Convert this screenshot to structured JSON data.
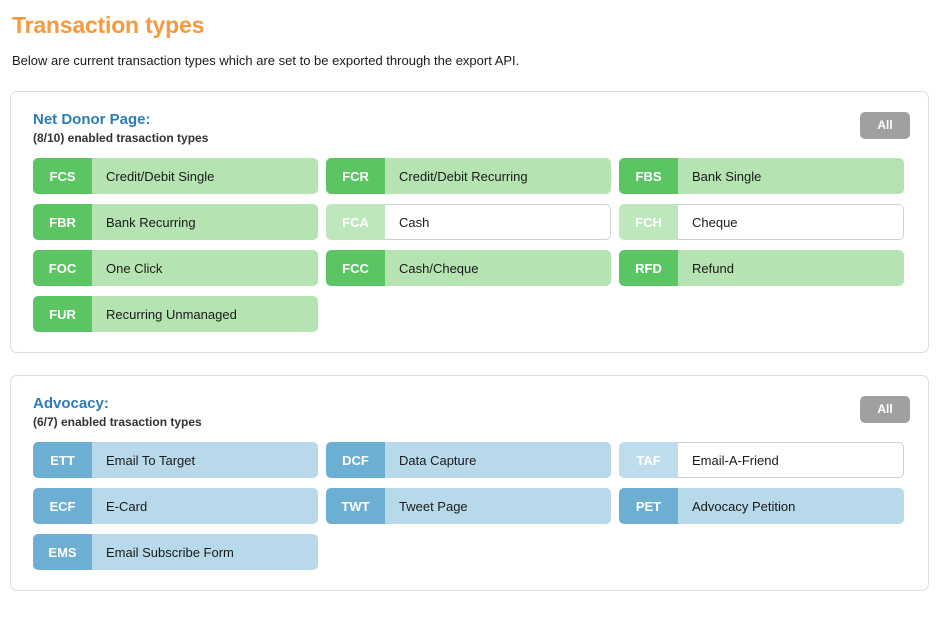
{
  "page": {
    "title": "Transaction types",
    "description": "Below are current transaction types which are set to be exported through the export API.",
    "title_color": "#f79a3c"
  },
  "sections": [
    {
      "id": "net-donor-page",
      "heading": "Net Donor Page:",
      "subheading": "(8/10) enabled trasaction types",
      "enabled_count": 8,
      "total_count": 10,
      "all_button_label": "All",
      "theme": "green",
      "accent_on": "#5cc563",
      "accent_on_body": "#b5e3b2",
      "accent_off": "#bfe7bd",
      "items": [
        {
          "code": "FCS",
          "label": "Credit/Debit Single",
          "enabled": true
        },
        {
          "code": "FCR",
          "label": "Credit/Debit Recurring",
          "enabled": true
        },
        {
          "code": "FBS",
          "label": "Bank Single",
          "enabled": true
        },
        {
          "code": "FBR",
          "label": "Bank Recurring",
          "enabled": true
        },
        {
          "code": "FCA",
          "label": "Cash",
          "enabled": false
        },
        {
          "code": "FCH",
          "label": "Cheque",
          "enabled": false
        },
        {
          "code": "FOC",
          "label": "One Click",
          "enabled": true
        },
        {
          "code": "FCC",
          "label": "Cash/Cheque",
          "enabled": true
        },
        {
          "code": "RFD",
          "label": "Refund",
          "enabled": true
        },
        {
          "code": "FUR",
          "label": "Recurring Unmanaged",
          "enabled": true
        }
      ]
    },
    {
      "id": "advocacy",
      "heading": "Advocacy:",
      "subheading": "(6/7) enabled trasaction types",
      "enabled_count": 6,
      "total_count": 7,
      "all_button_label": "All",
      "theme": "blue",
      "accent_on": "#6cafd2",
      "accent_on_body": "#b8d9ea",
      "accent_off": "#bedcec",
      "items": [
        {
          "code": "ETT",
          "label": "Email To Target",
          "enabled": true
        },
        {
          "code": "DCF",
          "label": "Data Capture",
          "enabled": true
        },
        {
          "code": "TAF",
          "label": "Email-A-Friend",
          "enabled": false
        },
        {
          "code": "ECF",
          "label": "E-Card",
          "enabled": true
        },
        {
          "code": "TWT",
          "label": "Tweet Page",
          "enabled": true
        },
        {
          "code": "PET",
          "label": "Advocacy Petition",
          "enabled": true
        },
        {
          "code": "EMS",
          "label": "Email Subscribe Form",
          "enabled": true
        }
      ]
    }
  ]
}
